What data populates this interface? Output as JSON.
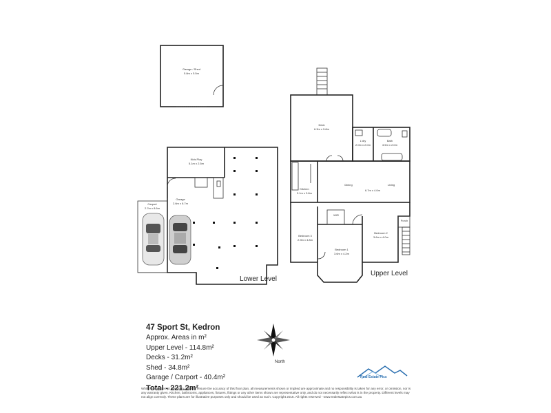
{
  "rooms": {
    "garage_shed": {
      "name": "Garage / Shed",
      "dims": "5.8m x 5.5m"
    },
    "deck": {
      "name": "Deck",
      "dims": "6.3m x 5.8m"
    },
    "l_dry": {
      "name": "L'dry",
      "dims": "2.0m x 2.0m"
    },
    "bath": {
      "name": "Bath",
      "dims": "3.5m x 2.0m"
    },
    "kids_play": {
      "name": "Kids Play",
      "dims": "5.1m x 2.5m"
    },
    "kitchen": {
      "name": "Kitchen",
      "dims": "3.1m x 3.8m"
    },
    "dining": {
      "name": "Dining",
      "dims": ""
    },
    "living": {
      "name": "Living",
      "dims": "6.7m x 4.0m"
    },
    "garage": {
      "name": "Garage",
      "dims": "2.6m x 8.7m"
    },
    "carport": {
      "name": "Carport",
      "dims": "2.7m x 8.6m"
    },
    "wir": {
      "name": "WIR",
      "dims": ""
    },
    "bedroom3": {
      "name": "Bedroom 3",
      "dims": "2.9m x 4.8m"
    },
    "bedroom1": {
      "name": "Bedroom 1",
      "dims": "3.6m x 4.2m"
    },
    "bedroom2": {
      "name": "Bedroom 2",
      "dims": "3.6m x 4.0m"
    },
    "porch": {
      "name": "Porch",
      "dims": ""
    }
  },
  "levels": {
    "lower": "Lower Level",
    "upper": "Upper Level"
  },
  "compass": {
    "label": "North"
  },
  "info": {
    "address": "47 Sport St, Kedron",
    "approx_areas": "Approx. Areas in m²",
    "upper_level": "Upper Level - 114.8m²",
    "decks": "Decks - 31.2m²",
    "shed": "Shed - 34.8m²",
    "garage_carport": "Garage / Carport - 40.4m²",
    "total": "Total - 221.2m²"
  },
  "disclaimer": "Whilst every attempt has been made to ensure the accuracy of this floor plan, all measurements shown or implied are approximate and no responsibility is taken for any error, or omission, nor is any warranty given. Kitchen, bathrooms, appliances, fixtures, fittings or any other items shown are representative only, and do not necessarily reflect what is in the property. Different levels may not align correctly. These plans are for illustrative purposes only and should be used as such. Copyright 2016. All rights reserved - www.realestatepics.com.au",
  "logo": {
    "text": "Real Estate Pics",
    "brand_color": "#2a6fb0"
  }
}
